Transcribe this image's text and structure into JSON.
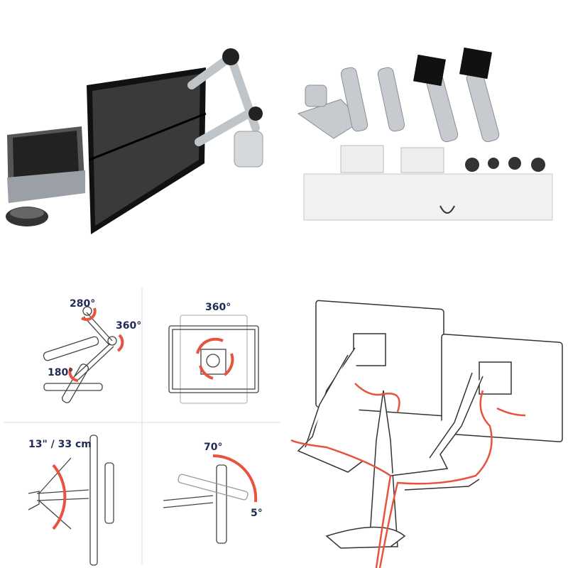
{
  "colors": {
    "label": "#1f2a55",
    "arrow": "#e8533f",
    "metal": "#c8ccd0",
    "screen": "#2b2b2b"
  },
  "diagrams": {
    "arm_rotation": {
      "top_pivot": "280°",
      "middle_pivot": "360°",
      "base_pivot": "180°"
    },
    "screen_rotation": {
      "rotation": "360°"
    },
    "height_adjust": {
      "range": "13\" / 33 cm"
    },
    "tilt": {
      "up": "70°",
      "down": "5°"
    }
  }
}
